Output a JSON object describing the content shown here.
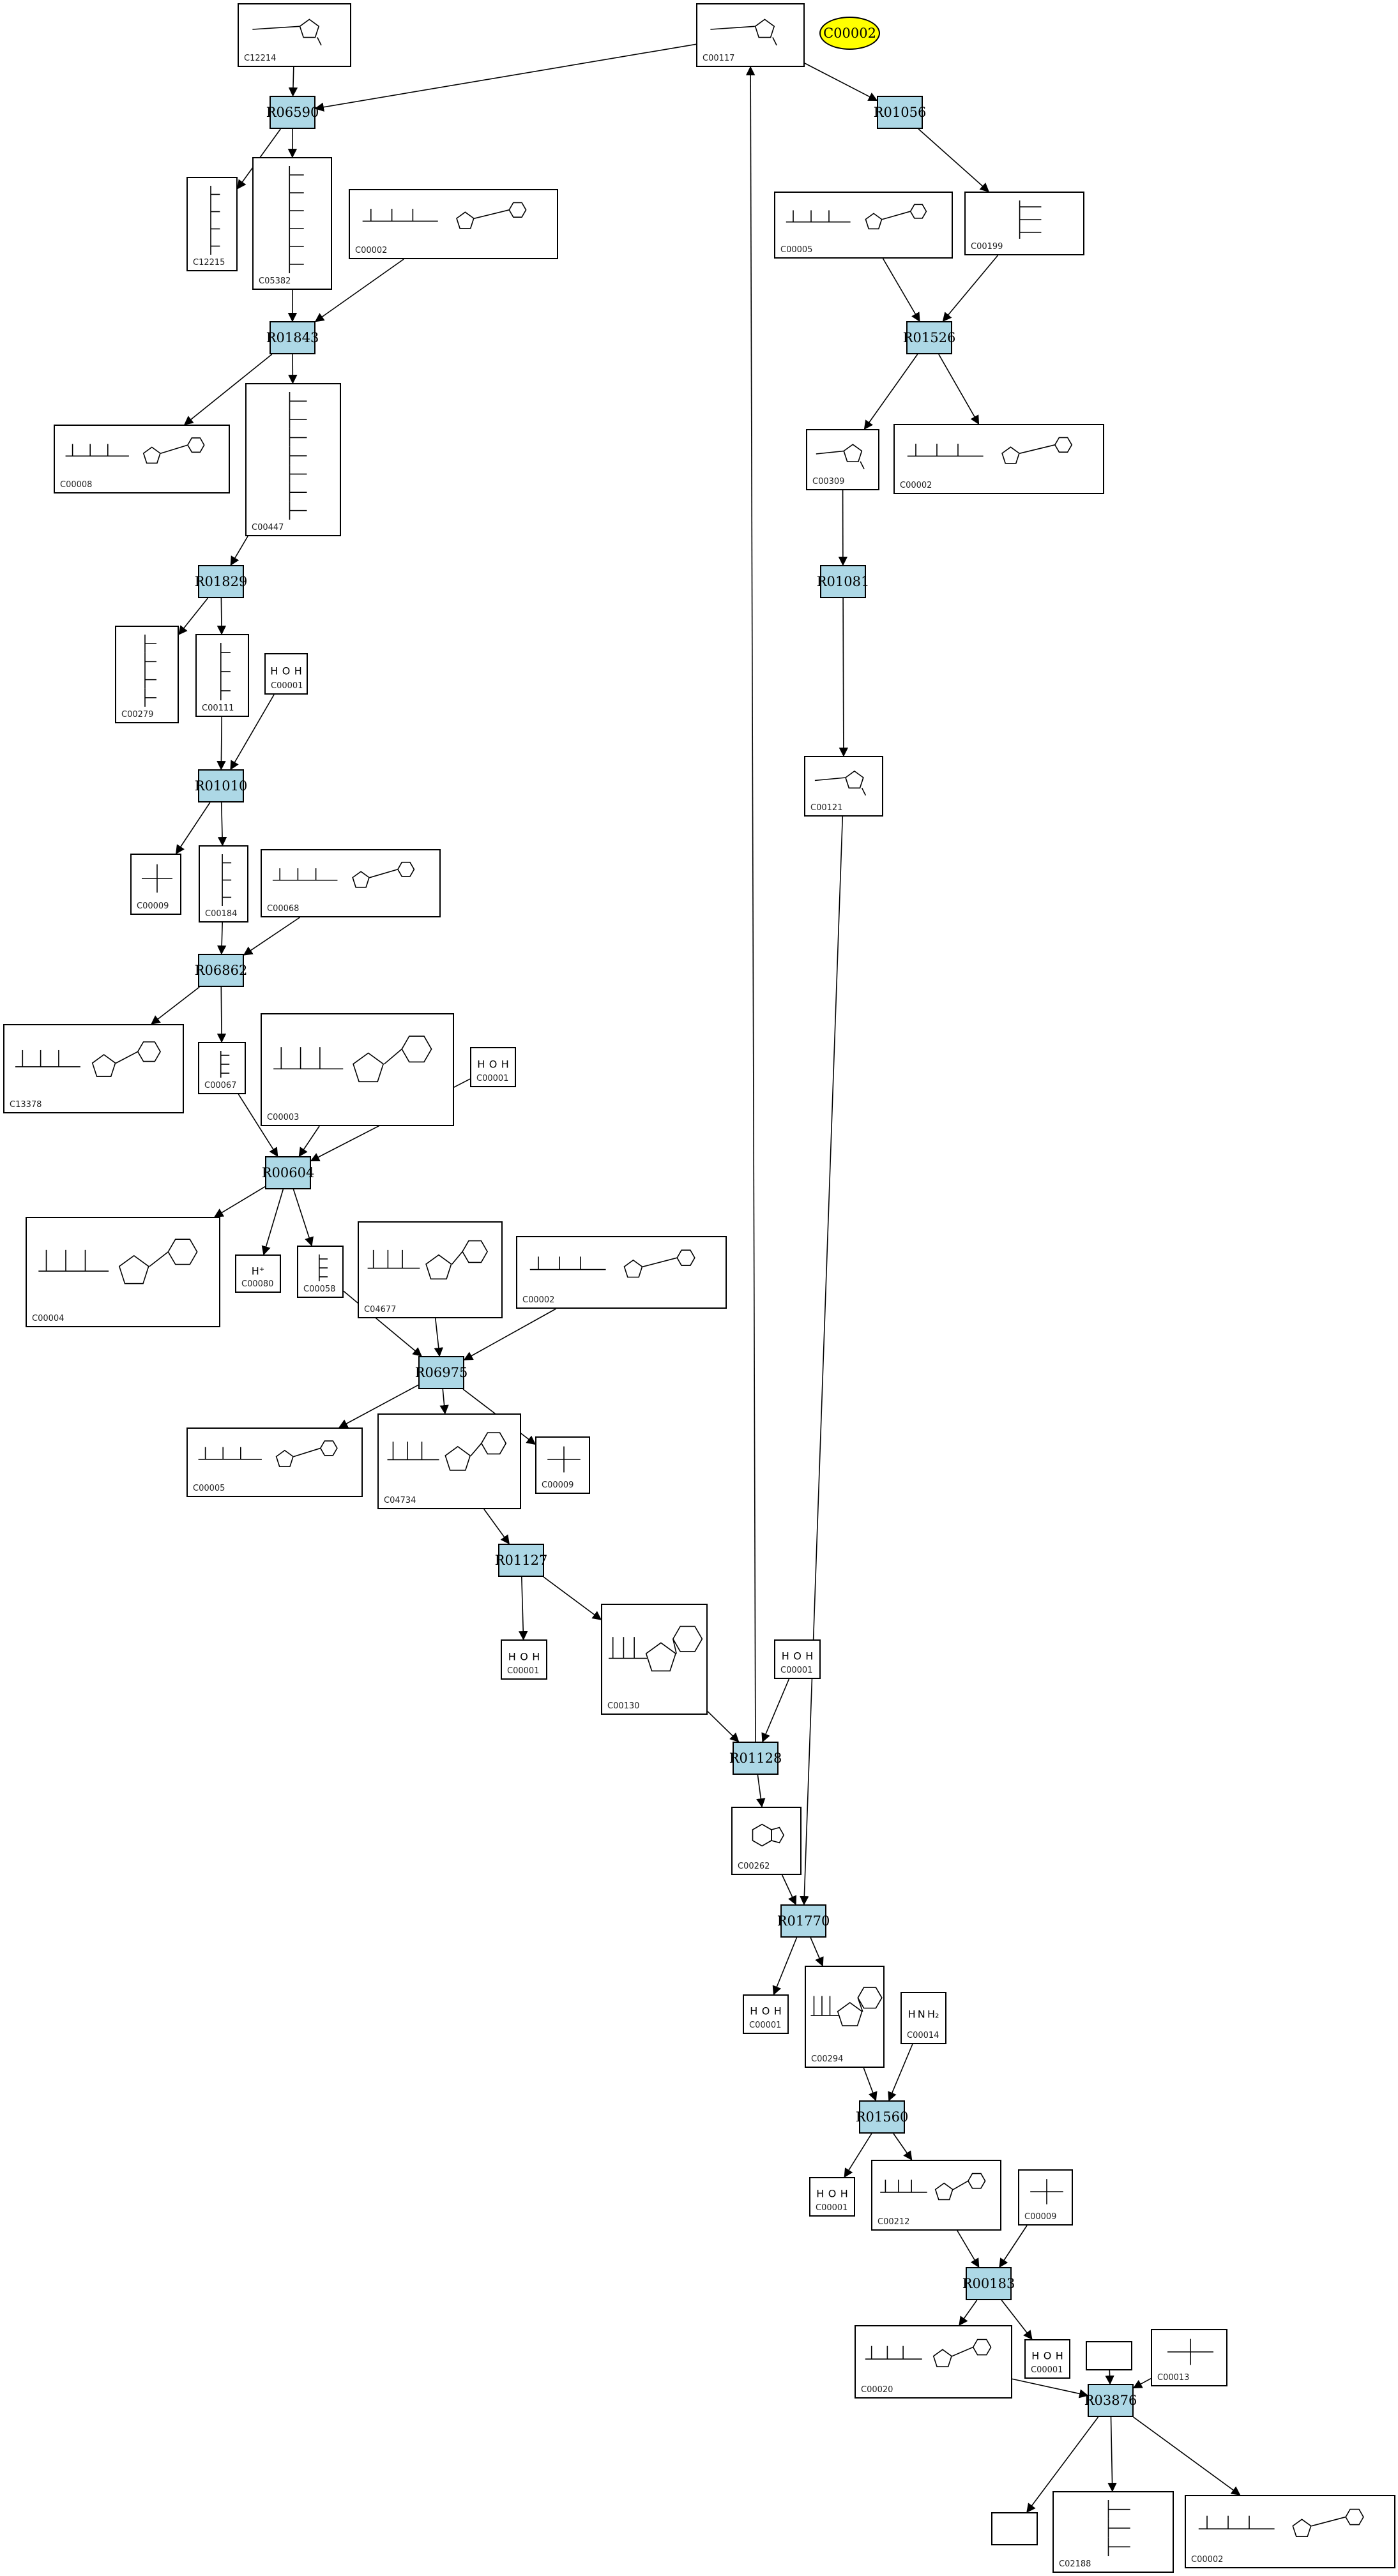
{
  "highlight": {
    "label": "C00002",
    "fill": "#ffff00"
  },
  "colors": {
    "reaction_fill": "#add8e6",
    "edge": "#000000",
    "box_border": "#000000"
  },
  "reactions": [
    {
      "id": "R06590",
      "label": "R06590"
    },
    {
      "id": "R01843",
      "label": "R01843"
    },
    {
      "id": "R01829",
      "label": "R01829"
    },
    {
      "id": "R01010",
      "label": "R01010"
    },
    {
      "id": "R06862",
      "label": "R06862"
    },
    {
      "id": "R00604",
      "label": "R00604"
    },
    {
      "id": "R06975",
      "label": "R06975"
    },
    {
      "id": "R01127",
      "label": "R01127"
    },
    {
      "id": "R01128",
      "label": "R01128"
    },
    {
      "id": "R01056",
      "label": "R01056"
    },
    {
      "id": "R01526",
      "label": "R01526"
    },
    {
      "id": "R01081",
      "label": "R01081"
    },
    {
      "id": "R01770",
      "label": "R01770"
    },
    {
      "id": "R01560",
      "label": "R01560"
    },
    {
      "id": "R00183",
      "label": "R00183"
    },
    {
      "id": "R03876",
      "label": "R03876"
    }
  ],
  "compounds": [
    {
      "key": "c12214",
      "id": "C12214",
      "formula": "",
      "structure": "sugar"
    },
    {
      "key": "c00117",
      "id": "C00117",
      "formula": "",
      "structure": "sugar"
    },
    {
      "key": "c12215",
      "id": "C12215",
      "formula": "",
      "structure": "chain"
    },
    {
      "key": "c05382",
      "id": "C05382",
      "formula": "",
      "structure": "chain"
    },
    {
      "key": "c00002a",
      "id": "C00002",
      "formula": "",
      "structure": "nucleotide"
    },
    {
      "key": "c00005a",
      "id": "C00005",
      "formula": "",
      "structure": "nucleotide"
    },
    {
      "key": "c00199",
      "id": "C00199",
      "formula": "",
      "structure": "chain"
    },
    {
      "key": "c00008a",
      "id": "C00008",
      "formula": "",
      "structure": "nucleotide"
    },
    {
      "key": "c00447",
      "id": "C00447",
      "formula": "",
      "structure": "chain"
    },
    {
      "key": "c00002b",
      "id": "C00002",
      "formula": "",
      "structure": "nucleotide"
    },
    {
      "key": "c00309",
      "id": "C00309",
      "formula": "",
      "structure": "sugar"
    },
    {
      "key": "c00279",
      "id": "C00279",
      "formula": "",
      "structure": "chain"
    },
    {
      "key": "c00111",
      "id": "C00111",
      "formula": "",
      "structure": "chain"
    },
    {
      "key": "c00001a",
      "id": "C00001",
      "formula": "H  O  H",
      "structure": "formula"
    },
    {
      "key": "c00121",
      "id": "C00121",
      "formula": "",
      "structure": "sugar"
    },
    {
      "key": "c00009a",
      "id": "C00009",
      "formula": "",
      "structure": "phosphate"
    },
    {
      "key": "c00184",
      "id": "C00184",
      "formula": "",
      "structure": "chain"
    },
    {
      "key": "c00068",
      "id": "C00068",
      "formula": "",
      "structure": "nucleotide"
    },
    {
      "key": "c13378",
      "id": "C13378",
      "formula": "",
      "structure": "nucleotide"
    },
    {
      "key": "c00067",
      "id": "C00067",
      "formula": "",
      "structure": "chain"
    },
    {
      "key": "c00003",
      "id": "C00003",
      "formula": "",
      "structure": "nucleotide"
    },
    {
      "key": "c00001b",
      "id": "C00001",
      "formula": "H  O  H",
      "structure": "formula"
    },
    {
      "key": "c00004",
      "id": "C00004",
      "formula": "",
      "structure": "nucleotide"
    },
    {
      "key": "c00080",
      "id": "C00080",
      "formula": "H⁺",
      "structure": "formula"
    },
    {
      "key": "c00058",
      "id": "C00058",
      "formula": "",
      "structure": "chain"
    },
    {
      "key": "c04677",
      "id": "C04677",
      "formula": "",
      "structure": "nucleotide"
    },
    {
      "key": "c00002c",
      "id": "C00002",
      "formula": "",
      "structure": "nucleotide"
    },
    {
      "key": "c00005b",
      "id": "C00005",
      "formula": "",
      "structure": "nucleotide"
    },
    {
      "key": "c04734",
      "id": "C04734",
      "formula": "",
      "structure": "nucleotide"
    },
    {
      "key": "c00009b",
      "id": "C00009",
      "formula": "",
      "structure": "phosphate"
    },
    {
      "key": "c00001c",
      "id": "C00001",
      "formula": "H  O  H",
      "structure": "formula"
    },
    {
      "key": "c00130",
      "id": "C00130",
      "formula": "",
      "structure": "nucleotide"
    },
    {
      "key": "c00001d",
      "id": "C00001",
      "formula": "H  O  H",
      "structure": "formula"
    },
    {
      "key": "c00262",
      "id": "C00262",
      "formula": "",
      "structure": "purine"
    },
    {
      "key": "c00001e",
      "id": "C00001",
      "formula": "H  O  H",
      "structure": "formula"
    },
    {
      "key": "c00294",
      "id": "C00294",
      "formula": "",
      "structure": "nucleotide"
    },
    {
      "key": "c00014",
      "id": "C00014",
      "formula": "H N H₂",
      "structure": "formula"
    },
    {
      "key": "c00001f",
      "id": "C00001",
      "formula": "H  O  H",
      "structure": "formula"
    },
    {
      "key": "c00212",
      "id": "C00212",
      "formula": "",
      "structure": "nucleotide"
    },
    {
      "key": "c00009c",
      "id": "C00009",
      "formula": "",
      "structure": "phosphate"
    },
    {
      "key": "c00020",
      "id": "C00020",
      "formula": "",
      "structure": "nucleotide"
    },
    {
      "key": "c00001g",
      "id": "C00001",
      "formula": "H  O  H",
      "structure": "formula"
    },
    {
      "key": "blank1",
      "id": "",
      "formula": "",
      "structure": "empty"
    },
    {
      "key": "c00013",
      "id": "C00013",
      "formula": "",
      "structure": "phosphate"
    },
    {
      "key": "blank2",
      "id": "",
      "formula": "",
      "structure": "empty"
    },
    {
      "key": "c02188",
      "id": "C02188",
      "formula": "",
      "structure": "chain"
    },
    {
      "key": "c00002d",
      "id": "C00002",
      "formula": "",
      "structure": "nucleotide"
    }
  ]
}
